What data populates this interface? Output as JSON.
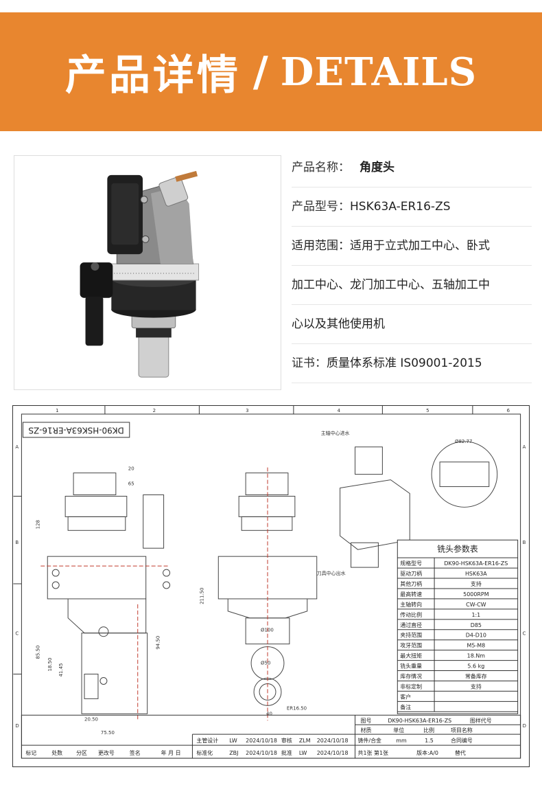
{
  "banner": {
    "title_cn": "产品详情",
    "slash": "/",
    "title_en": "DETAILS"
  },
  "product_info": {
    "name_label": "产品名称：",
    "name_value": "角度头",
    "model_label": "产品型号：",
    "model_value": "HSK63A-ER16-ZS",
    "scope_line1": "适用范围：适用于立式加工中心、卧式",
    "scope_line2": "加工中心、龙门加工中心、五轴加工中",
    "scope_line3": "心以及其他使用机",
    "cert_label": "证书：",
    "cert_value": "质量体系标准 IS09001-2015"
  },
  "drawing": {
    "colors": {
      "border": "#333333",
      "line": "#444444",
      "centerline": "#c0392b",
      "note": "#1a3fa8"
    },
    "model_box": "DK90-HSK63A-ER16-ZS",
    "col_numbers": [
      "1",
      "2",
      "3",
      "4",
      "5",
      "6"
    ],
    "row_letters": [
      "A",
      "B",
      "C",
      "D"
    ],
    "notes": {
      "center_inlet": "主轴中心进水",
      "tool_outlet": "刀具中心出水"
    },
    "dims": {
      "d20": "20",
      "d65": "65",
      "d128": "128",
      "d211_50": "211.50",
      "d85_50": "85.50",
      "d18_50": "18.50",
      "d41_45": "41.45",
      "d94_50": "94.50",
      "d20_50": "20.50",
      "d75_50": "75.50",
      "d100": "Ø100",
      "d50": "Ø50",
      "d40": "40",
      "er16": "ER16.50",
      "d82_77": "Ø82.77"
    },
    "param_table": {
      "title": "铣头参数表",
      "rows": [
        {
          "label": "规格型号",
          "value": "DK90-HSK63A-ER16-ZS"
        },
        {
          "label": "驱动刀柄",
          "value": "HSK63A"
        },
        {
          "label": "其他刀柄",
          "value": "支持"
        },
        {
          "label": "最高转速",
          "value": "5000RPM"
        },
        {
          "label": "主轴转向",
          "value": "CW-CW"
        },
        {
          "label": "传动比例",
          "value": "1:1"
        },
        {
          "label": "通过直径",
          "value": "D85"
        },
        {
          "label": "夹持范围",
          "value": "D4-D10"
        },
        {
          "label": "攻牙范围",
          "value": "M5-M8"
        },
        {
          "label": "最大扭矩",
          "value": "18.Nm"
        },
        {
          "label": "铣头重量",
          "value": "5.6",
          "unit": "kg"
        },
        {
          "label": "库存情况",
          "value": "常备库存"
        },
        {
          "label": "非标定制",
          "value": "支持"
        },
        {
          "label": "客户",
          "value": ""
        },
        {
          "label": "备注",
          "value": ""
        }
      ]
    },
    "title_block": {
      "drawing_no_label": "图号",
      "drawing_no": "DK90-HSK63A-ER16-ZS",
      "borrow_no_label": "图样代号",
      "material_label": "材质",
      "unit_label": "单位",
      "scale_label": "比例",
      "project_label": "项目名称",
      "material_value": "铸件/合金",
      "unit_value": "mm",
      "scale_value": "1.5",
      "contract_label": "合同编号",
      "sheets": "共1张 第1张",
      "version": "版本:A/0",
      "replace_label": "替代",
      "designer_label": "主管设计",
      "designer": "LW",
      "design_date": "2024/10/18",
      "review_label": "审核",
      "reviewer": "ZLM",
      "review_date": "2024/10/18",
      "standard_label": "标准化",
      "standard": "ZBJ",
      "standard_date": "2024/10/18",
      "approve_label": "批准",
      "approver": "LW",
      "approve_date": "2024/10/18",
      "revision_headers": [
        "标记",
        "处数",
        "分区",
        "更改号",
        "签名",
        "年 月 日"
      ]
    }
  }
}
